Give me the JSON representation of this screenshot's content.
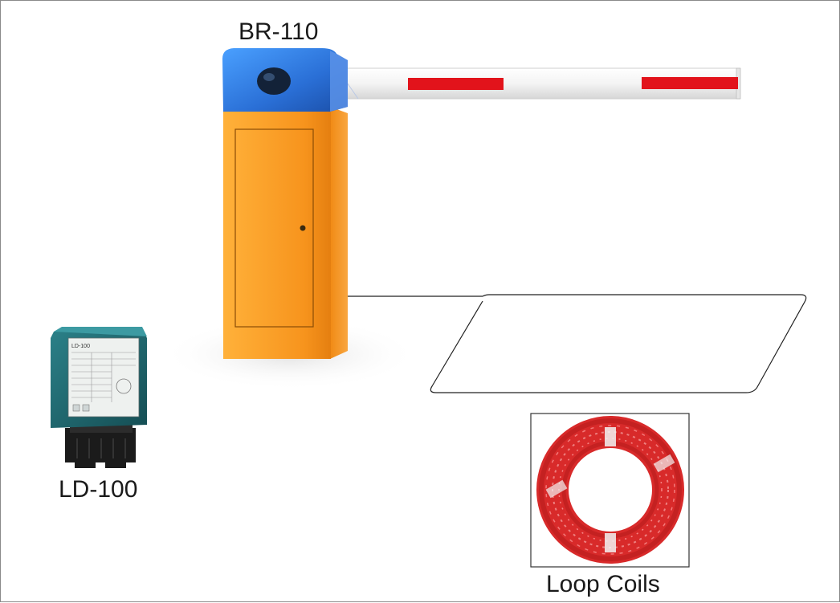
{
  "labels": {
    "barrier_model": "BR-110",
    "detector_model": "LD-100",
    "loop_coils": "Loop Coils"
  },
  "detector_panel_text": "LD-100",
  "colors": {
    "barrier_cap": "#2a73d6",
    "barrier_body": "#f7941d",
    "boom": "#f2f2f2",
    "boom_stripe": "#e2131b",
    "detector_case": "#1f6b70",
    "loop_wire": "#d82a2a"
  },
  "icons": {
    "barrier": "barrier-gate-icon",
    "detector": "loop-detector-icon",
    "coil": "wire-coil-icon",
    "loop": "road-loop-outline"
  }
}
